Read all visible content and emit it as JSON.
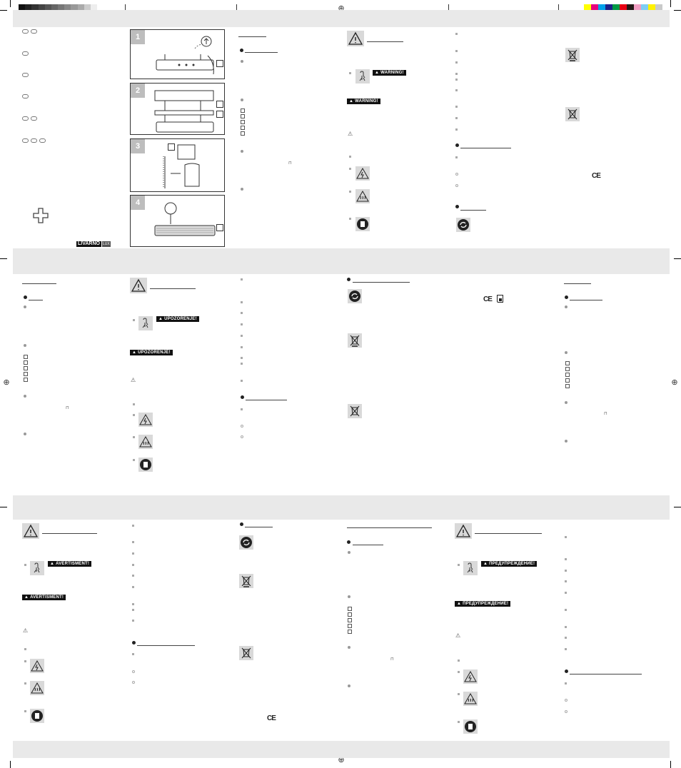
{
  "brand": {
    "name": "LIVARNO",
    "sub": "LUX"
  },
  "warnings": {
    "en": "WARNING!",
    "hr": "UPOZORENJE!",
    "ro": "AVERTISMENT!",
    "bg": "ПРЕДУПРЕЖДЕНИЕ!"
  },
  "ce_mark": "CE",
  "figures": [
    {
      "label": "figure-1",
      "callout": "1"
    },
    {
      "label": "figure-2",
      "callout": "2"
    },
    {
      "label": "figure-3",
      "callout": "3"
    },
    {
      "label": "figure-4",
      "callout": "4"
    }
  ],
  "colors": {
    "band": "#e9e9e9",
    "swatches": [
      "#ffff00",
      "#e6007e",
      "#00a0e9",
      "#1d2087",
      "#009944",
      "#e60012",
      "#231815",
      "#f19ec2",
      "#7ecef4",
      "#fff100",
      "#c9caca"
    ]
  }
}
